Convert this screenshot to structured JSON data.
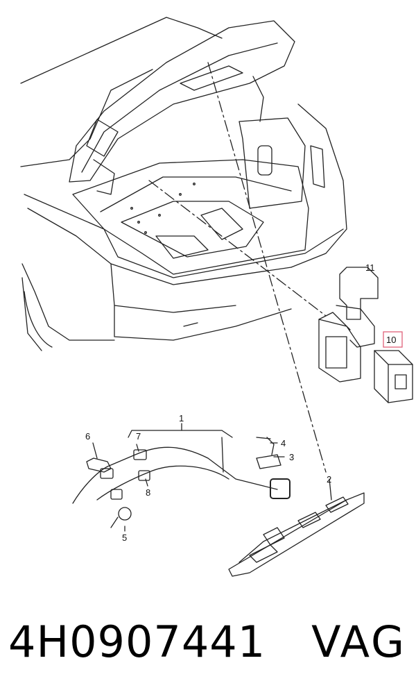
{
  "callouts": {
    "c1": "1",
    "c2": "2",
    "c3": "3",
    "c4": "4",
    "c5": "5",
    "c6": "6",
    "c7": "7",
    "c8": "8",
    "c10": "10",
    "c11": "11"
  },
  "highlight_color": "#e0607a",
  "footer": {
    "part_number": "4H0907441",
    "brand": "VAG"
  }
}
